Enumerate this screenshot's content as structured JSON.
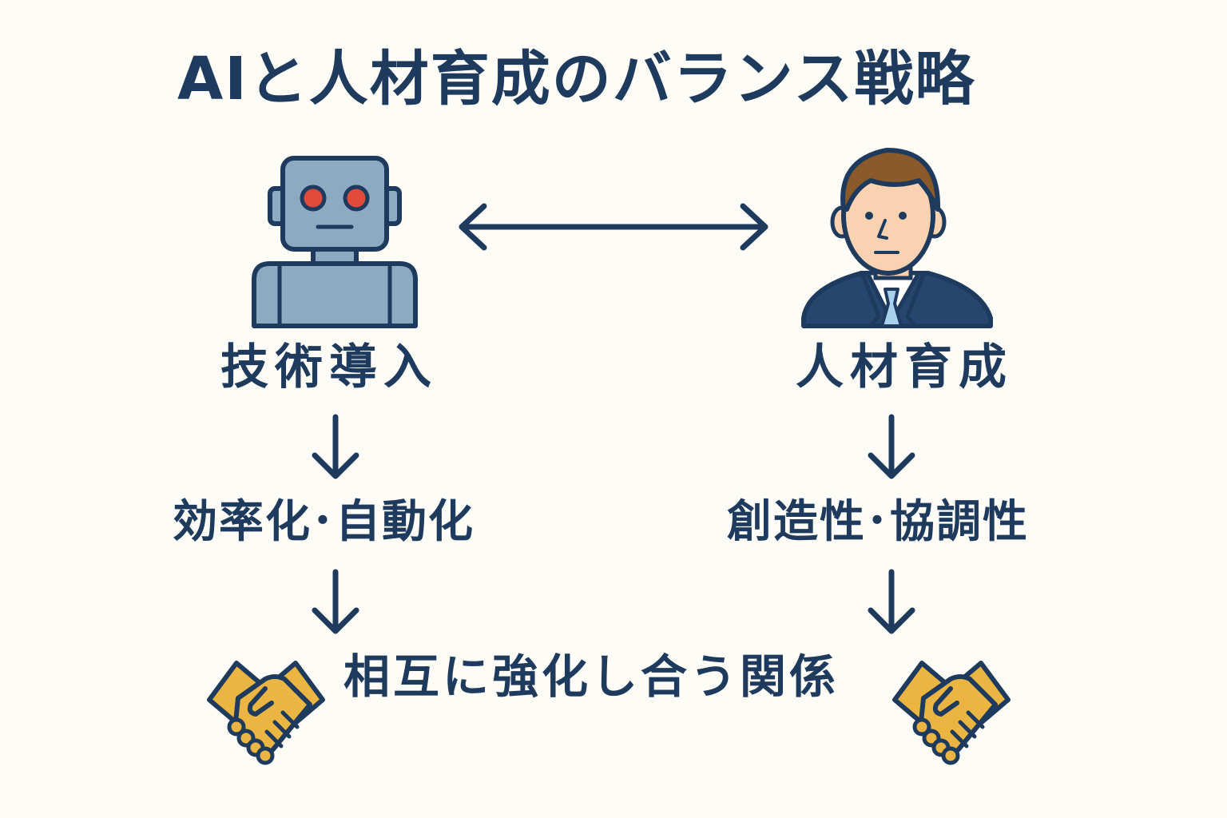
{
  "title": "AIと人材育成のバランス戦略",
  "left": {
    "label": "技術導入",
    "result": "効率化･自動化",
    "icon": "robot-icon"
  },
  "right": {
    "label": "人材育成",
    "result": "創造性･協調性",
    "icon": "businessman-icon"
  },
  "bottom": {
    "label": "相互に強化し合う関係",
    "icon": "handshake-icon"
  },
  "colors": {
    "text": "#1e3a5c",
    "robot": "#8eaac3",
    "robot_eye": "#e04a3a",
    "handshake": "#eab543",
    "suit": "#27466e",
    "hair": "#8b5a2b",
    "skin": "#f9d2b2",
    "tie": "#a9d1ee",
    "background": "#fdfcf7"
  }
}
